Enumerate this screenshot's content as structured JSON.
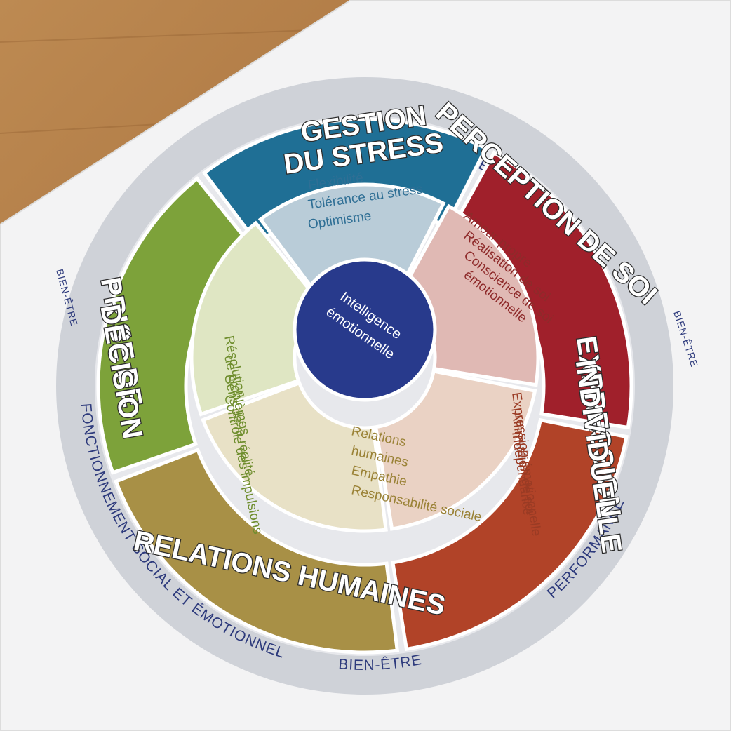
{
  "outer_ring": {
    "labels": {
      "bien_etre": "BIEN-ÊTRE",
      "performance": "PERFORMANCE",
      "fonctionnement": "FONCTIONNEMENT SOCIAL ET ÉMOTIONNEL"
    }
  },
  "center": {
    "line1": "Intelligence",
    "line2": "émotionnelle"
  },
  "segments": [
    {
      "key": "stress",
      "title_lines": [
        "GESTION",
        "DU STRESS"
      ],
      "items": [
        "Flexibilité",
        "Tolérance au stress",
        "Optimisme"
      ],
      "outer_color": "#1f6f95",
      "inner_color": "#b9ccd8",
      "text_color": "#2f6f95"
    },
    {
      "key": "perception",
      "title_lines": [
        "PERCEPTION DE SOI"
      ],
      "items": [
        "Amour-propre",
        "Réalisation de soi",
        "Conscience de soi",
        "émotionnelle"
      ],
      "outer_color": "#a0202b",
      "inner_color": "#e0b9b4",
      "text_color": "#8e2a2a"
    },
    {
      "key": "expression",
      "title_lines": [
        "EXPRESSION",
        "INDIVIDUELLE"
      ],
      "items": [
        "Expression émotionnelle",
        "Affirmation de soi",
        "Indépendance"
      ],
      "outer_color": "#b14328",
      "inner_color": "#ead2c4",
      "text_color": "#9a3b24"
    },
    {
      "key": "relations",
      "title_lines": [
        "RELATIONS HUMAINES"
      ],
      "items": [
        "Relations",
        "humaines",
        "Empathie",
        "Responsabilité sociale"
      ],
      "outer_color": "#a89046",
      "inner_color": "#e8e1c6",
      "text_color": "#9a8236"
    },
    {
      "key": "decision",
      "title_lines": [
        "PRISE DE",
        "DÉCISION"
      ],
      "items": [
        "Résolution",
        "de problèmes",
        "Sens de la réalité",
        "Contrôle des impulsions"
      ],
      "outer_color": "#7da23a",
      "inner_color": "#dfe6c3",
      "text_color": "#6f8e2e"
    }
  ],
  "colors": {
    "center": "#283a8c",
    "ring": "#cfd2d8",
    "poster": "#f3f3f4",
    "wood": "#b07a44"
  }
}
